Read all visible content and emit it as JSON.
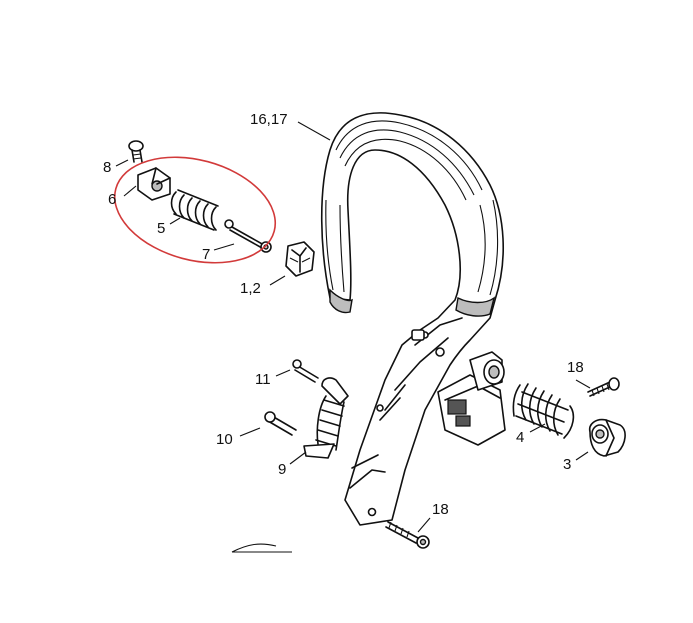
{
  "diagram": {
    "highlight_color": "#d23a3a",
    "callouts": [
      {
        "id": "c-16-17",
        "label": "16,17"
      },
      {
        "id": "c-8",
        "label": "8"
      },
      {
        "id": "c-6",
        "label": "6"
      },
      {
        "id": "c-5",
        "label": "5"
      },
      {
        "id": "c-7",
        "label": "7"
      },
      {
        "id": "c-1-2",
        "label": "1,2"
      },
      {
        "id": "c-11",
        "label": "11"
      },
      {
        "id": "c-10",
        "label": "10"
      },
      {
        "id": "c-9",
        "label": "9"
      },
      {
        "id": "c-18a",
        "label": "18"
      },
      {
        "id": "c-4",
        "label": "4"
      },
      {
        "id": "c-3",
        "label": "3"
      },
      {
        "id": "c-18b",
        "label": "18"
      }
    ]
  }
}
